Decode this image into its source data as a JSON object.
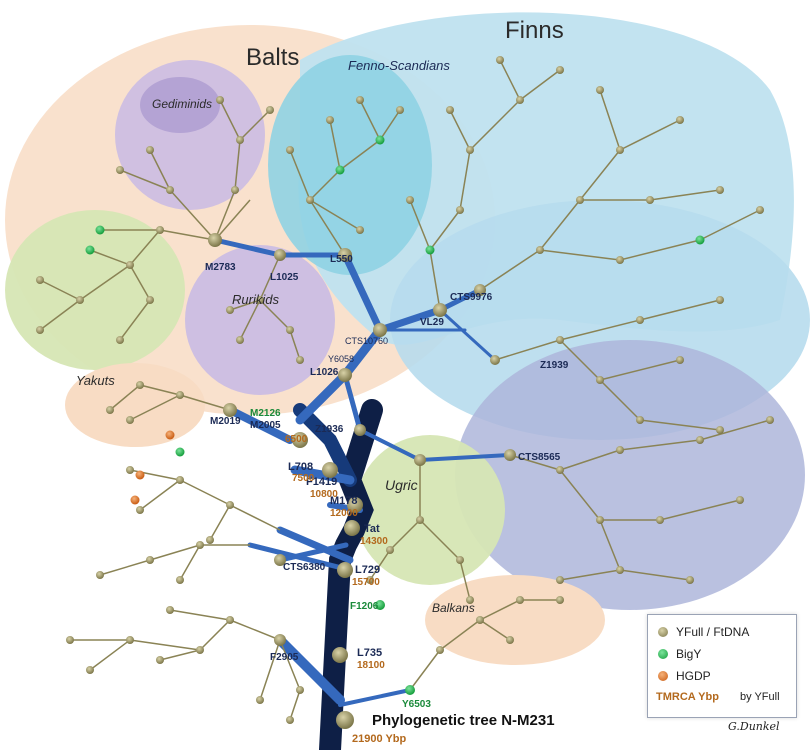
{
  "diagram": {
    "title": "Phylogenetic tree N-M231",
    "root_age": "21900 Ybp",
    "credit": "G.Dunkel",
    "regions": {
      "balts": "Balts",
      "finns": "Finns",
      "fenno": "Fenno-Scandians",
      "gediminids": "Gediminids",
      "rurikids": "Rurikids",
      "yakuts": "Yakuts",
      "ugric": "Ugric",
      "balkans": "Balkans"
    },
    "legend": {
      "items": [
        {
          "label": "YFull / FtDNA",
          "color": "#8a8355"
        },
        {
          "label": "BigY",
          "color": "#20a040"
        },
        {
          "label": "HGDP",
          "color": "#d06a1a"
        }
      ],
      "tmrca_label": "TMRCA Ybp",
      "source": "by YFull"
    },
    "nodes": {
      "n_m231": {
        "label": ""
      },
      "l735": {
        "label": "L735",
        "age": "18100"
      },
      "l729": {
        "label": "L729",
        "age": "15700"
      },
      "tat": {
        "label": "Tat",
        "age": "14300"
      },
      "m178": {
        "label": "M178",
        "age": "12000"
      },
      "f1419": {
        "label": "F1419",
        "age": "10800"
      },
      "l708": {
        "label": "L708",
        "age": "7500"
      },
      "m2005": {
        "label": "M2005",
        "age": "6500"
      },
      "m2126": {
        "label": "M2126"
      },
      "m2019": {
        "label": "M2019"
      },
      "l1026": {
        "label": "L1026"
      },
      "y6058": {
        "label": "Y6058"
      },
      "ctc10760": {
        "label": "CTS10760"
      },
      "l550": {
        "label": "L550"
      },
      "vl29": {
        "label": "VL29"
      },
      "m2783": {
        "label": "M2783"
      },
      "l1025": {
        "label": "L1025"
      },
      "cts9976": {
        "label": "CTS9976"
      },
      "z1936": {
        "label": "Z1936"
      },
      "cts6380": {
        "label": "CTS6380"
      },
      "y6503": {
        "label": "Y6503"
      },
      "f1206": {
        "label": "F1206"
      },
      "f2905": {
        "label": "F2905"
      },
      "cts8565": {
        "label": "CTS8565"
      },
      "z1939": {
        "label": "Z1939"
      }
    }
  }
}
